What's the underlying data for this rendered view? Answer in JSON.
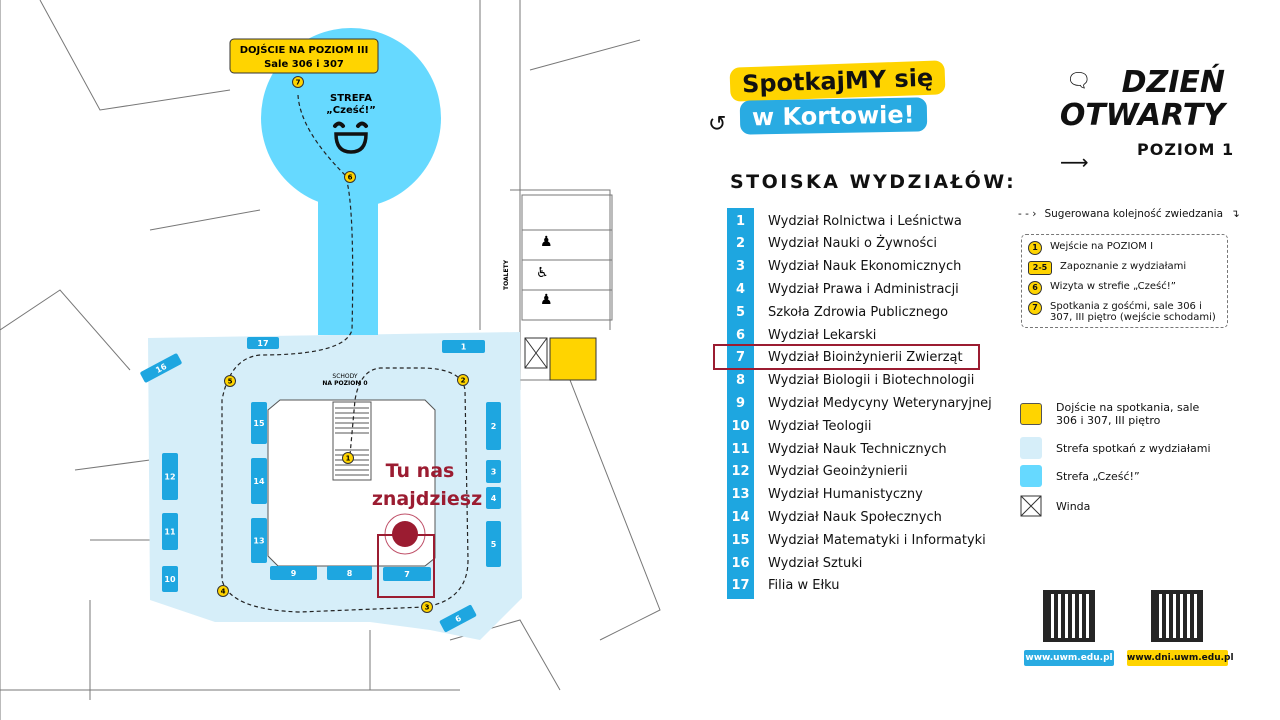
{
  "header": {
    "badge_line1": "SpotkajMY się",
    "badge_line2": "w Kortowie!",
    "title_line1": "DZIEŃ",
    "title_line2": "OTWARTY",
    "level": "POZIOM 1"
  },
  "list": {
    "heading": "STOISKA WYDZIAŁÓW:",
    "highlighted": "7",
    "items": [
      {
        "n": "1",
        "name": "Wydział Rolnictwa i Leśnictwa"
      },
      {
        "n": "2",
        "name": "Wydział Nauki o Żywności"
      },
      {
        "n": "3",
        "name": "Wydział Nauk Ekonomicznych"
      },
      {
        "n": "4",
        "name": "Wydział Prawa i Administracji"
      },
      {
        "n": "5",
        "name": "Szkoła Zdrowia Publicznego"
      },
      {
        "n": "6",
        "name": "Wydział Lekarski"
      },
      {
        "n": "7",
        "name": "Wydział Bioinżynierii Zwierząt"
      },
      {
        "n": "8",
        "name": "Wydział Biologii i Biotechnologii"
      },
      {
        "n": "9",
        "name": "Wydział Medycyny Weterynaryjnej"
      },
      {
        "n": "10",
        "name": "Wydział Teologii"
      },
      {
        "n": "11",
        "name": "Wydział Nauk Technicznych"
      },
      {
        "n": "12",
        "name": "Wydział Geoinżynierii"
      },
      {
        "n": "13",
        "name": "Wydział Humanistyczny"
      },
      {
        "n": "14",
        "name": "Wydział Nauk Społecznych"
      },
      {
        "n": "15",
        "name": "Wydział Matematyki i Informatyki"
      },
      {
        "n": "16",
        "name": "Wydział Sztuki"
      },
      {
        "n": "17",
        "name": "Filia w Ełku"
      }
    ]
  },
  "route": {
    "label": "Sugerowana kolejność zwiedzania",
    "steps": [
      {
        "marker": "1",
        "text": "Wejście na POZIOM I"
      },
      {
        "marker": "2-5",
        "text": "Zapoznanie z wydziałami"
      },
      {
        "marker": "6",
        "text": "Wizyta w strefie „Cześć!”"
      },
      {
        "marker": "7",
        "text": "Spotkania z gośćmi, sale 306 i 307, III piętro (wejście schodami)"
      }
    ]
  },
  "legend": [
    {
      "color": "#ffd400",
      "text": "Dojście na spotkania, sale 306 i 307, III piętro"
    },
    {
      "color": "#d6eef9",
      "text": "Strefa spotkań z wydziałami"
    },
    {
      "color": "#66d9ff",
      "text": "Strefa „Cześć!”"
    },
    {
      "color": "elevator",
      "text": "Winda"
    }
  ],
  "links": {
    "url1": "www.uwm.edu.pl",
    "url2": "www.dni.uwm.edu.pl"
  },
  "map": {
    "sign_line1": "DOJŚCIE NA POZIOM III",
    "sign_line2": "Sale 306 i 307",
    "zone_line1": "STREFA",
    "zone_line2": "„Cześć!”",
    "stairs_line1": "SCHODY",
    "stairs_line2": "NA POZIOM 0",
    "toilets": "TOALETY",
    "here_line1": "Tu nas",
    "here_line2": "znajdziesz"
  },
  "colors": {
    "booth": "#1ea6e0",
    "zone": "#d6eef9",
    "hello": "#66d9ff",
    "yellow": "#ffd400",
    "accent": "#9b1c31"
  }
}
